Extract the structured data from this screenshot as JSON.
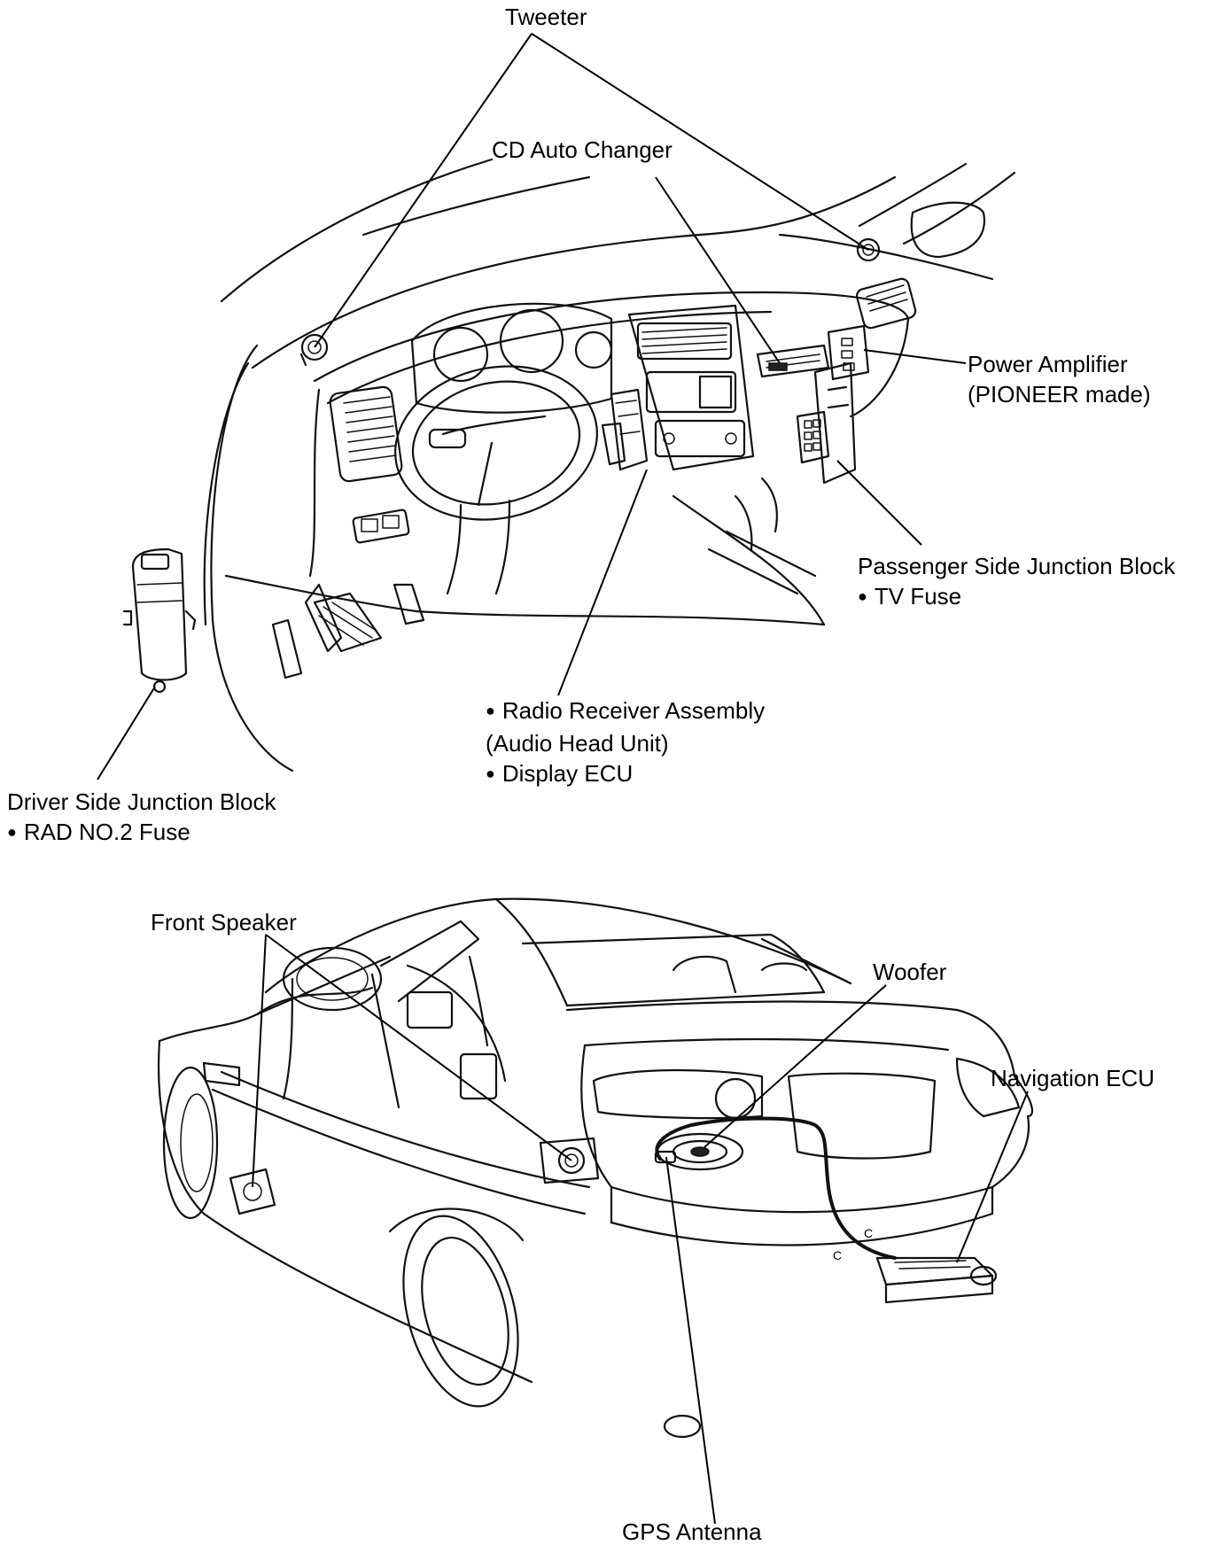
{
  "labels": {
    "tweeter": "Tweeter",
    "cd_auto_changer": "CD Auto Changer",
    "power_amplifier": "Power Amplifier",
    "power_amplifier_maker": "(PIONEER made)",
    "passenger_junction_block": "Passenger Side Junction Block",
    "tv_fuse": "TV Fuse",
    "radio_receiver": "Radio Receiver Assembly",
    "audio_head_unit": "(Audio Head Unit)",
    "display_ecu": "Display ECU",
    "driver_junction_block": "Driver Side Junction Block",
    "rad_no2_fuse": "RAD NO.2 Fuse",
    "front_speaker": "Front Speaker",
    "woofer": "Woofer",
    "navigation_ecu": "Navigation ECU",
    "gps_antenna": "GPS Antenna"
  },
  "markings": {
    "trunk_c1": "C",
    "trunk_c2": "C"
  }
}
